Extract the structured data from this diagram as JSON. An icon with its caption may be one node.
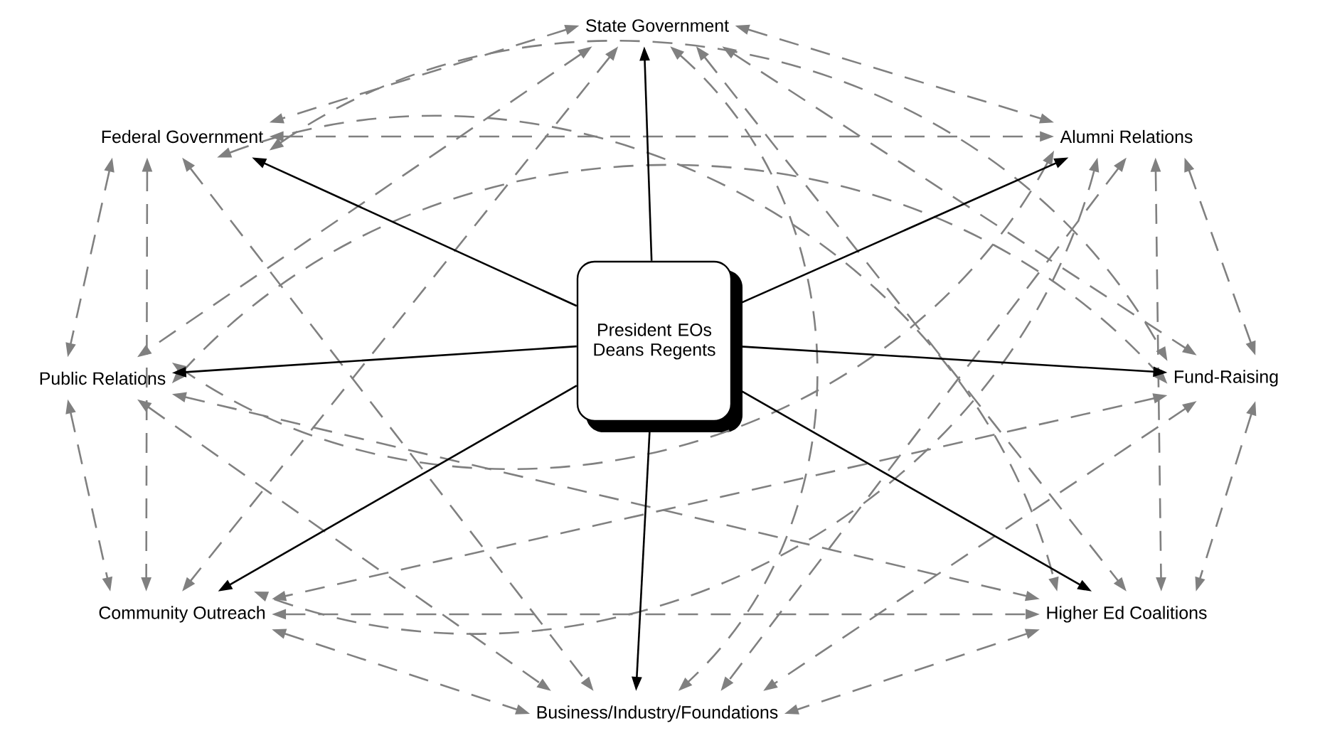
{
  "diagram": {
    "nodes": [
      {
        "text": [
          "State Government"
        ]
      },
      {
        "text": [
          "Federal Government"
        ]
      },
      {
        "text": [
          "Alumni Relations"
        ]
      },
      {
        "text": [
          "President EOs Deans Regents"
        ]
      },
      {
        "text": [
          "Public Relations"
        ]
      },
      {
        "text": [
          "Fund-Raising"
        ]
      },
      {
        "text": [
          "Community Outreach"
        ]
      },
      {
        "text": [
          "Higher Ed Coalitions"
        ]
      },
      {
        "text": [
          "Business/Industry/Foundations"
        ]
      }
    ],
    "edges": [
      {
        "from": 3,
        "to": 0,
        "arrow": "to",
        "color": "#000000"
      },
      {
        "from": 3,
        "to": 1,
        "arrow": "to",
        "color": "#000000"
      },
      {
        "from": 3,
        "to": 2,
        "arrow": "to",
        "color": "#000000"
      },
      {
        "from": 3,
        "to": 4,
        "arrow": "to",
        "color": "#000000"
      },
      {
        "from": 3,
        "to": 5,
        "arrow": "to",
        "color": "#000000"
      },
      {
        "from": 3,
        "to": 6,
        "arrow": "to",
        "color": "#000000"
      },
      {
        "from": 3,
        "to": 7,
        "arrow": "to",
        "color": "#000000"
      },
      {
        "from": 3,
        "to": 8,
        "arrow": "to",
        "color": "#000000"
      },
      {
        "from": 0,
        "to": 1,
        "arrow": "both",
        "style": "dashed"
      },
      {
        "from": 0,
        "to": 2,
        "arrow": "both",
        "style": "dashed"
      },
      {
        "from": 0,
        "to": 4,
        "arrow": "both",
        "style": "dashed"
      },
      {
        "from": 0,
        "to": 5,
        "arrow": "both",
        "style": "dashed"
      },
      {
        "from": 0,
        "to": 6,
        "arrow": "both",
        "style": "dashed"
      },
      {
        "from": 0,
        "to": 7,
        "arrow": "both",
        "style": "dashed"
      },
      {
        "from": 0,
        "to": 8,
        "arrow": "both",
        "style": "dashed"
      },
      {
        "from": 1,
        "to": 2,
        "arrow": "both",
        "style": "dashed"
      },
      {
        "from": 1,
        "to": 4,
        "arrow": "both",
        "style": "dashed"
      },
      {
        "from": 1,
        "to": 5,
        "arrow": "both",
        "style": "dashed"
      },
      {
        "from": 1,
        "to": 6,
        "arrow": "both",
        "style": "dashed"
      },
      {
        "from": 1,
        "to": 7,
        "arrow": "both",
        "style": "dashed"
      },
      {
        "from": 1,
        "to": 8,
        "arrow": "both",
        "style": "dashed"
      },
      {
        "from": 2,
        "to": 4,
        "arrow": "both",
        "style": "dashed"
      },
      {
        "from": 2,
        "to": 5,
        "arrow": "both",
        "style": "dashed"
      },
      {
        "from": 2,
        "to": 6,
        "arrow": "both",
        "style": "dashed"
      },
      {
        "from": 2,
        "to": 7,
        "arrow": "both",
        "style": "dashed"
      },
      {
        "from": 2,
        "to": 8,
        "arrow": "both",
        "style": "dashed"
      },
      {
        "from": 4,
        "to": 5,
        "arrow": "both",
        "style": "dashed"
      },
      {
        "from": 4,
        "to": 6,
        "arrow": "both",
        "style": "dashed"
      },
      {
        "from": 4,
        "to": 7,
        "arrow": "both",
        "style": "dashed"
      },
      {
        "from": 4,
        "to": 8,
        "arrow": "both",
        "style": "dashed"
      },
      {
        "from": 5,
        "to": 6,
        "arrow": "both",
        "style": "dashed"
      },
      {
        "from": 5,
        "to": 7,
        "arrow": "both",
        "style": "dashed"
      },
      {
        "from": 5,
        "to": 8,
        "arrow": "both",
        "style": "dashed"
      },
      {
        "from": 6,
        "to": 7,
        "arrow": "both",
        "style": "dashed"
      },
      {
        "from": 6,
        "to": 8,
        "arrow": "both",
        "style": "dashed"
      },
      {
        "from": 7,
        "to": 8,
        "arrow": "both",
        "style": "dashed"
      }
    ]
  }
}
